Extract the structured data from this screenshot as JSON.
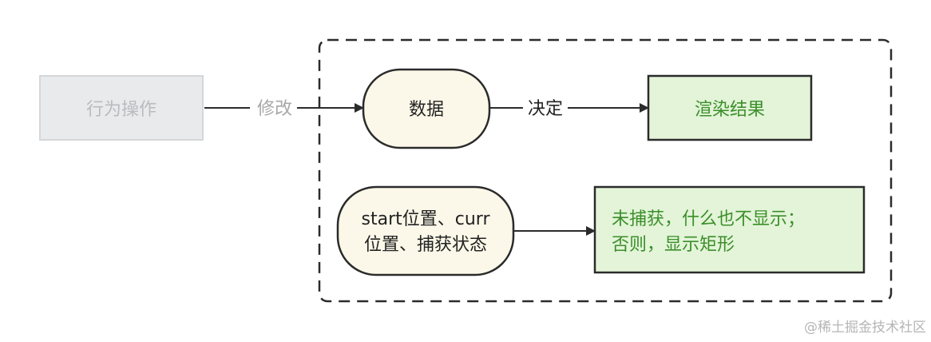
{
  "nodes": {
    "user_action": "行为操作",
    "data": "数据",
    "render_result": "渲染结果",
    "state_line1": "start位置、curr",
    "state_line2": "位置、捕获状态",
    "display_line1": "未捕获，什么也不显示；",
    "display_line2": "否则，显示矩形"
  },
  "edges": {
    "modify_label": "修改",
    "decide_label": "决定"
  },
  "watermark": "@稀土掘金技术社区",
  "colors": {
    "inactive_fill": "#e8eaec",
    "inactive_stroke": "#d4d7da",
    "inactive_text": "#b9bcbf",
    "data_fill": "#fbf8e9",
    "result_fill": "#e3f4d8",
    "result_text": "#3b8f2a",
    "dark_stroke": "#2b2b2b"
  }
}
